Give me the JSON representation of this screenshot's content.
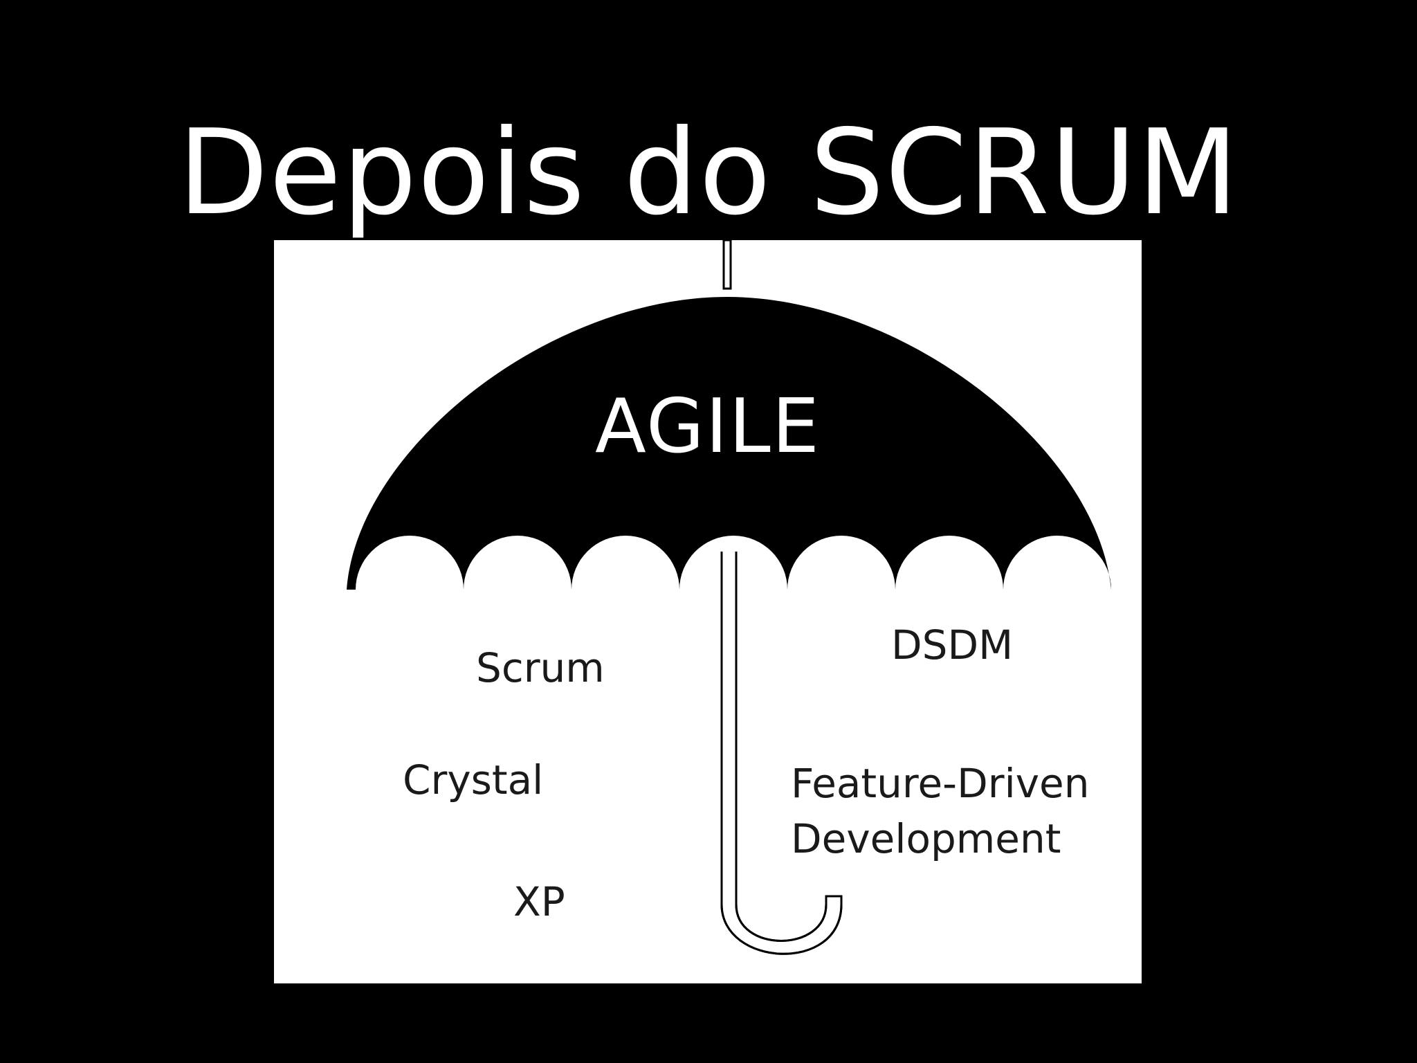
{
  "slide": {
    "title": "Depois do SCRUM"
  },
  "diagram": {
    "canopy_label": "AGILE",
    "methods_left": {
      "scrum": "Scrum",
      "crystal": "Crystal",
      "xp": "XP"
    },
    "methods_right": {
      "dsdm": "DSDM",
      "fdd_line1": "Feature-Driven",
      "fdd_line2": "Development"
    }
  },
  "colors": {
    "background": "#000000",
    "title_text": "#ffffff",
    "diagram_background": "#ffffff",
    "umbrella_canopy": "#000000",
    "method_text": "#1a1a1a"
  },
  "icons": {
    "umbrella": "umbrella-icon"
  }
}
